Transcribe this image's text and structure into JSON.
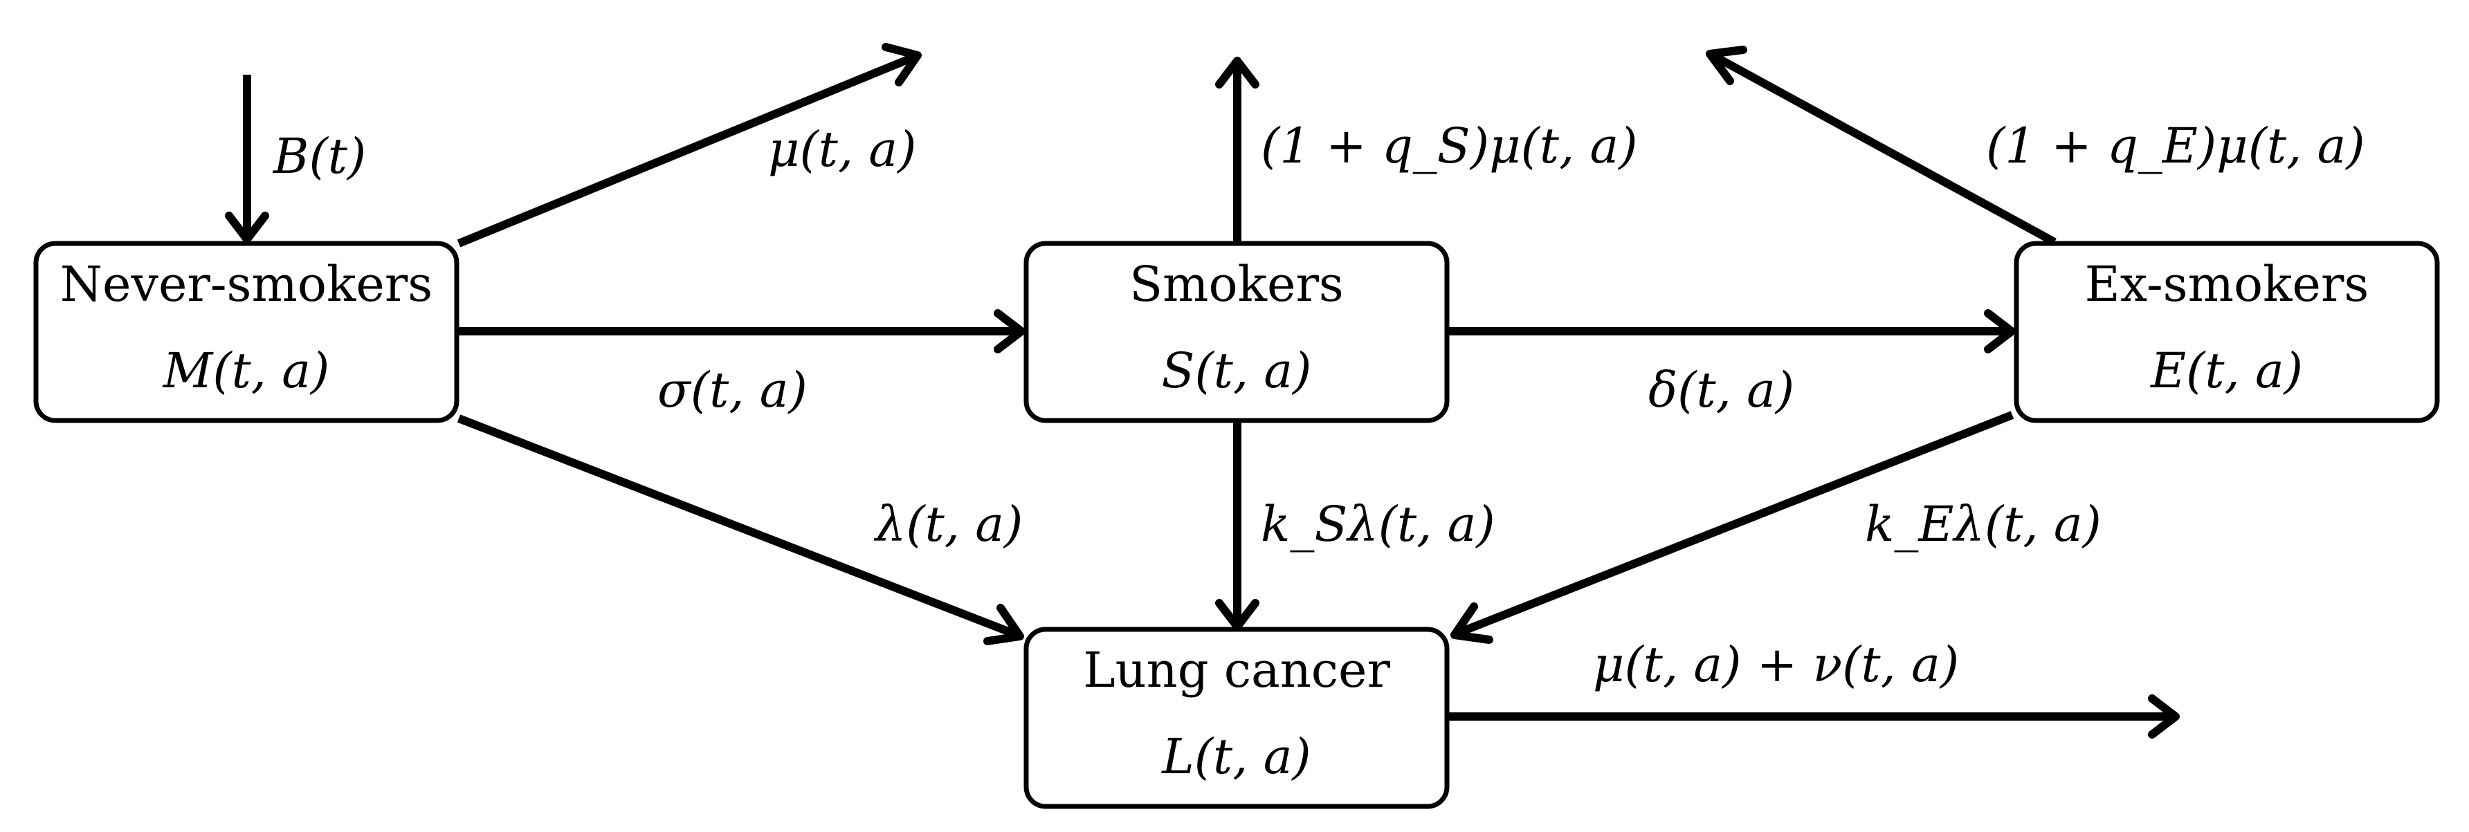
{
  "nodes": [
    {
      "id": "never-smokers",
      "title": "Never-smokers",
      "symbol": "M(t, a)"
    },
    {
      "id": "smokers",
      "title": "Smokers",
      "symbol": "S(t, a)"
    },
    {
      "id": "ex-smokers",
      "title": "Ex-smokers",
      "symbol": "E(t, a)"
    },
    {
      "id": "lung-cancer",
      "title": "Lung cancer",
      "symbol": "L(t, a)"
    }
  ],
  "edges": [
    {
      "id": "birth",
      "from": null,
      "to": "never-smokers",
      "label": "B(t)"
    },
    {
      "id": "never-smokers-death",
      "from": "never-smokers",
      "to": null,
      "label": "μ(t, a)"
    },
    {
      "id": "smokers-death",
      "from": "smokers",
      "to": null,
      "label": "(1 + q_S)μ(t, a)"
    },
    {
      "id": "ex-smokers-death",
      "from": "ex-smokers",
      "to": null,
      "label": "(1 + q_E)μ(t, a)"
    },
    {
      "id": "initiation",
      "from": "never-smokers",
      "to": "smokers",
      "label": "σ(t, a)"
    },
    {
      "id": "cessation",
      "from": "smokers",
      "to": "ex-smokers",
      "label": "δ(t, a)"
    },
    {
      "id": "never-smokers-cancer",
      "from": "never-smokers",
      "to": "lung-cancer",
      "label": "λ(t, a)"
    },
    {
      "id": "smokers-cancer",
      "from": "smokers",
      "to": "lung-cancer",
      "label": "k_Sλ(t, a)"
    },
    {
      "id": "ex-smokers-cancer",
      "from": "ex-smokers",
      "to": "lung-cancer",
      "label": "k_Eλ(t, a)"
    },
    {
      "id": "cancer-death",
      "from": "lung-cancer",
      "to": null,
      "label": "μ(t, a) + ν(t, a)"
    }
  ]
}
